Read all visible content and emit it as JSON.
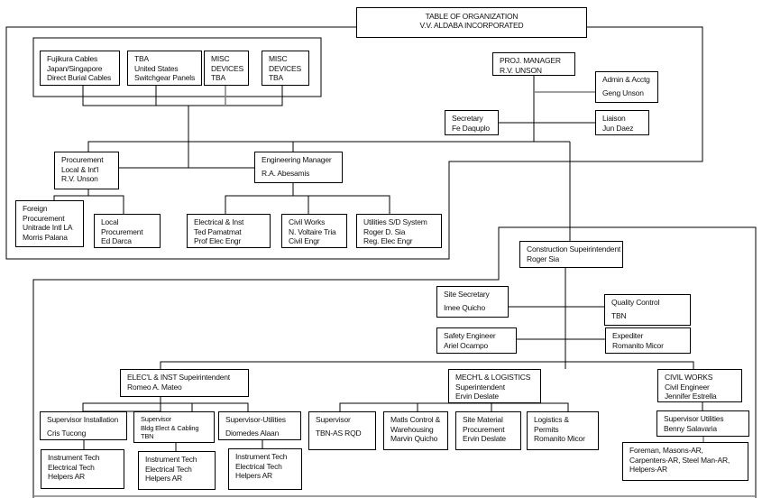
{
  "title": {
    "line1": "TABLE OF ORGANIZATION",
    "line2": "V.V. ALDABA INCORPORATED"
  },
  "suppliers": [
    {
      "lines": [
        "Fujikura Cables",
        "Japan/Singapore",
        "Direct Burial Cables"
      ]
    },
    {
      "lines": [
        "TBA",
        "United States",
        "Switchgear Panels"
      ]
    },
    {
      "lines": [
        "MISC",
        "DEVICES",
        "TBA"
      ]
    },
    {
      "lines": [
        "MISC",
        "DEVICES",
        "TBA"
      ]
    }
  ],
  "project_manager": {
    "lines": [
      "PROJ. MANAGER",
      "R.V. UNSON"
    ]
  },
  "admin": {
    "lines": [
      "Admin & Acctg",
      "Geng Unson"
    ]
  },
  "secretary": {
    "lines": [
      "Secretary",
      "Fe Daquplo"
    ]
  },
  "liaison": {
    "lines": [
      "Liaison",
      "Jun Daez"
    ]
  },
  "procurement": {
    "lines": [
      "Procurement",
      "Local & Int'l",
      "R.V. Unson"
    ]
  },
  "engineering_manager": {
    "lines": [
      "Engineering Manager",
      "R.A. Abesamis"
    ]
  },
  "foreign_procurement": {
    "lines": [
      "Foreign",
      "Procurement",
      "Unitrade Intl LA",
      "Morris Palana"
    ]
  },
  "local_procurement": {
    "lines": [
      "Local",
      "Procurement",
      "Ed Darca"
    ]
  },
  "engineers": [
    {
      "lines": [
        "Electrical & Inst",
        "Ted Pamatmat",
        "Prof Elec Engr"
      ]
    },
    {
      "lines": [
        "Civil Works",
        "N. Voltaire Tria",
        "Civil Engr"
      ]
    },
    {
      "lines": [
        "Utilities S/D System",
        "Roger D. Sia",
        "Reg. Elec Engr"
      ]
    }
  ],
  "construction_superintendent": {
    "lines": [
      "Construction Supeirintendent",
      "Roger Sia"
    ]
  },
  "site_secretary": {
    "lines": [
      "Site Secretary",
      "Imee Quicho"
    ]
  },
  "quality_control": {
    "lines": [
      "Quality Control",
      "TBN"
    ]
  },
  "safety_engineer": {
    "lines": [
      "Safety Engineer",
      "Ariel Ocampo"
    ]
  },
  "expediter": {
    "lines": [
      "Expediter",
      "Romanito Micor"
    ]
  },
  "elec_superintendent": {
    "lines": [
      "ELEC'L & INST Supeirintendent",
      "Romeo A. Mateo"
    ]
  },
  "mech_superintendent": {
    "lines": [
      "MECH'L & LOGISTICS",
      "Superintendent",
      "Ervin Deslate"
    ]
  },
  "civil_works": {
    "lines": [
      "CIVIL WORKS",
      "Civil Engineer",
      "Jennifer Estrella"
    ]
  },
  "elec_supervisors": [
    {
      "lines": [
        "Supervisor Installation",
        "Cris Tucong"
      ]
    },
    {
      "lines": [
        "Supervisor",
        "Bldg Elect & Cabling",
        "TBN"
      ]
    },
    {
      "lines": [
        "Supervisor-Utilities",
        "Diomedes Alaan"
      ]
    }
  ],
  "elec_crews": [
    {
      "lines": [
        "Instrument Tech",
        "Electrical Tech",
        "Helpers AR"
      ]
    },
    {
      "lines": [
        "Instrument Tech",
        "Electrical Tech",
        "Helpers AR"
      ]
    },
    {
      "lines": [
        "Instrument Tech",
        "Electrical Tech",
        "Helpers AR"
      ]
    }
  ],
  "mech_units": [
    {
      "lines": [
        "Supervisor",
        "TBN-AS RQD"
      ]
    },
    {
      "lines": [
        "Matls Control &",
        "Warehousing",
        "Marvin Quicho"
      ]
    },
    {
      "lines": [
        "Site Material",
        "Procurement",
        "Ervin Deslate"
      ]
    },
    {
      "lines": [
        "Logistics &",
        "Permits",
        "Romanito Micor"
      ]
    }
  ],
  "civil_supervisor": {
    "lines": [
      "Supervisor Utilities",
      "Benny Salavaria"
    ]
  },
  "civil_crew": {
    "lines": [
      "Foreman, Masons-AR,",
      "Carpenters-AR, Steel Man-AR,",
      "Helpers-AR"
    ]
  },
  "colors": {
    "line": "#000000",
    "gray_line": "#808080",
    "background": "#ffffff"
  }
}
